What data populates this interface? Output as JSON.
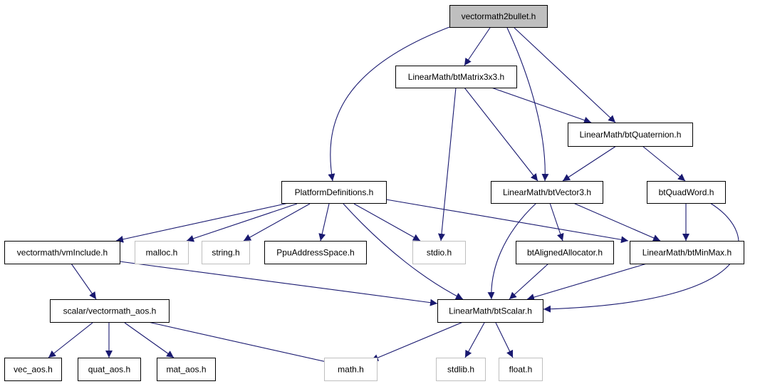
{
  "colors": {
    "edge": "#191970",
    "box_border": "#000000",
    "ghost_border": "#bfbfbf",
    "root_fill": "#bfbfbf",
    "box_fill": "#ffffff"
  },
  "nodes": {
    "vectormath2bullet": {
      "label": "vectormath2bullet.h",
      "style": "root"
    },
    "btMatrix3x3": {
      "label": "LinearMath/btMatrix3x3.h",
      "style": "normal"
    },
    "btQuaternion": {
      "label": "LinearMath/btQuaternion.h",
      "style": "normal"
    },
    "PlatformDefinitions": {
      "label": "PlatformDefinitions.h",
      "style": "normal"
    },
    "btVector3": {
      "label": "LinearMath/btVector3.h",
      "style": "normal"
    },
    "btQuadWord": {
      "label": "btQuadWord.h",
      "style": "normal"
    },
    "vmInclude": {
      "label": "vectormath/vmInclude.h",
      "style": "normal"
    },
    "malloc": {
      "label": "malloc.h",
      "style": "ghost"
    },
    "string": {
      "label": "string.h",
      "style": "ghost"
    },
    "PpuAddressSpace": {
      "label": "PpuAddressSpace.h",
      "style": "normal"
    },
    "stdio": {
      "label": "stdio.h",
      "style": "ghost"
    },
    "btAlignedAllocator": {
      "label": "btAlignedAllocator.h",
      "style": "normal"
    },
    "btMinMax": {
      "label": "LinearMath/btMinMax.h",
      "style": "normal"
    },
    "vectormath_aos": {
      "label": "scalar/vectormath_aos.h",
      "style": "normal"
    },
    "btScalar": {
      "label": "LinearMath/btScalar.h",
      "style": "normal"
    },
    "vec_aos": {
      "label": "vec_aos.h",
      "style": "normal"
    },
    "quat_aos": {
      "label": "quat_aos.h",
      "style": "normal"
    },
    "mat_aos": {
      "label": "mat_aos.h",
      "style": "normal"
    },
    "math": {
      "label": "math.h",
      "style": "ghost"
    },
    "stdlib": {
      "label": "stdlib.h",
      "style": "ghost"
    },
    "float": {
      "label": "float.h",
      "style": "ghost"
    }
  },
  "edges": [
    [
      "vectormath2bullet",
      "btMatrix3x3"
    ],
    [
      "vectormath2bullet",
      "PlatformDefinitions"
    ],
    [
      "vectormath2bullet",
      "btVector3"
    ],
    [
      "vectormath2bullet",
      "btQuaternion"
    ],
    [
      "btMatrix3x3",
      "btQuaternion"
    ],
    [
      "btMatrix3x3",
      "btVector3"
    ],
    [
      "btMatrix3x3",
      "stdio"
    ],
    [
      "btQuaternion",
      "btVector3"
    ],
    [
      "btQuaternion",
      "btQuadWord"
    ],
    [
      "PlatformDefinitions",
      "vmInclude"
    ],
    [
      "PlatformDefinitions",
      "malloc"
    ],
    [
      "PlatformDefinitions",
      "string"
    ],
    [
      "PlatformDefinitions",
      "PpuAddressSpace"
    ],
    [
      "PlatformDefinitions",
      "stdio"
    ],
    [
      "PlatformDefinitions",
      "btScalar"
    ],
    [
      "PlatformDefinitions",
      "btMinMax"
    ],
    [
      "btVector3",
      "btAlignedAllocator"
    ],
    [
      "btVector3",
      "btMinMax"
    ],
    [
      "btVector3",
      "btScalar"
    ],
    [
      "btQuadWord",
      "btMinMax"
    ],
    [
      "btQuadWord",
      "btScalar"
    ],
    [
      "vmInclude",
      "vectormath_aos"
    ],
    [
      "vmInclude",
      "btScalar"
    ],
    [
      "btAlignedAllocator",
      "btScalar"
    ],
    [
      "btMinMax",
      "btScalar"
    ],
    [
      "vectormath_aos",
      "vec_aos"
    ],
    [
      "vectormath_aos",
      "quat_aos"
    ],
    [
      "vectormath_aos",
      "mat_aos"
    ],
    [
      "vectormath_aos",
      "math"
    ],
    [
      "btScalar",
      "math"
    ],
    [
      "btScalar",
      "stdlib"
    ],
    [
      "btScalar",
      "float"
    ]
  ]
}
